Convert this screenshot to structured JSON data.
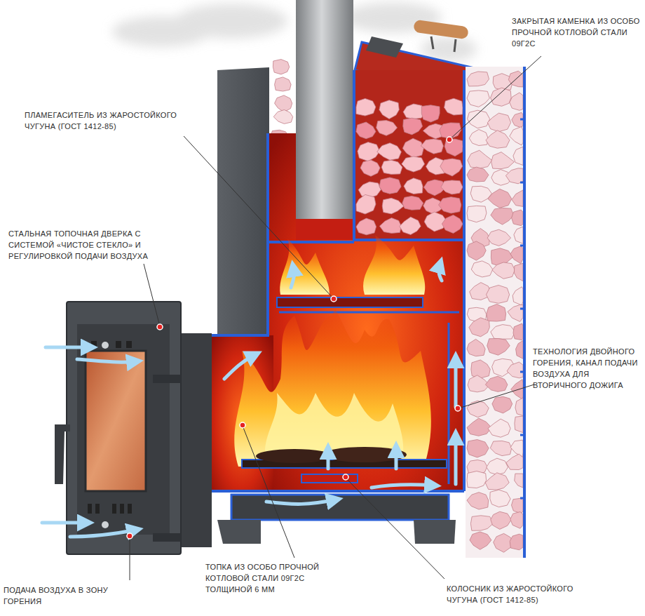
{
  "diagram": {
    "labels": [
      "ЗАКРЫТАЯ КАМЕНКА ИЗ ОСОБО ПРОЧНОЙ КОТЛОВОЙ СТАЛИ 09Г2С",
      "ПЛАМЕГАСИТЕЛЬ ИЗ ЖАРОСТОЙКОГО ЧУГУНА (ГОСТ 1412-85)",
      "СТАЛЬНАЯ ТОПОЧНАЯ ДВЕРКА С СИСТЕМОЙ «ЧИСТОЕ СТЕКЛО» И РЕГУЛИРОВКОЙ ПОДАЧИ ВОЗДУХА",
      "ТЕХНОЛОГИЯ ДВОЙНОГО ГОРЕНИЯ, КАНАЛ ПОДАЧИ ВОЗДУХА ДЛЯ ВТОРИЧНОГО ДОЖИГА",
      "ПОДАЧА ВОЗДУХА В ЗОНУ ГОРЕНИЯ",
      "ТОПКА ИЗ ОСОБО ПРОЧНОЙ КОТЛОВОЙ СТАЛИ 09Г2С ТОЛЩИНОЙ 6 ММ",
      "КОЛОСНИК ИЗ ЖАРОСТОЙКОГО ЧУГУНА (ГОСТ 1412-85)"
    ]
  }
}
